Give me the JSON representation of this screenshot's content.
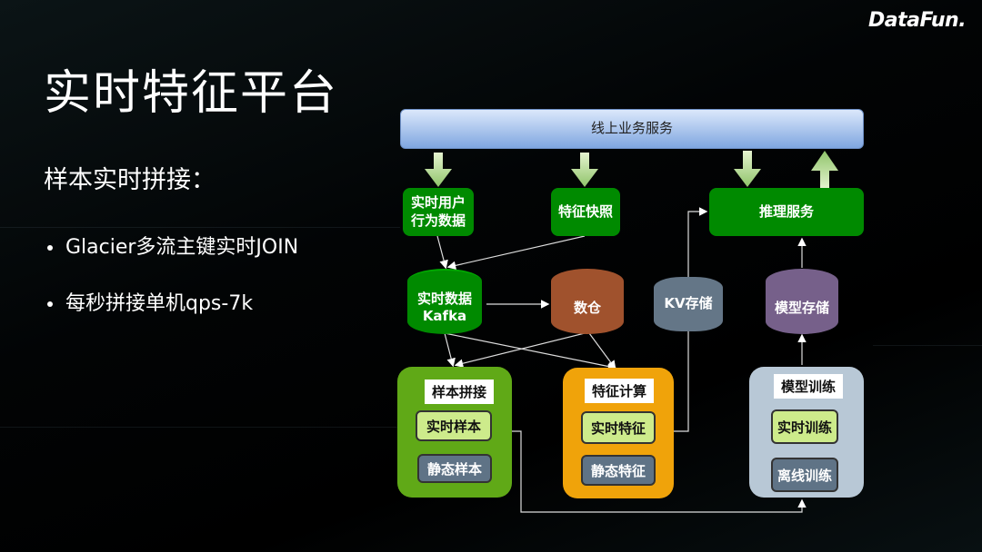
{
  "logo": "DataFun.",
  "title": "实时特征平台",
  "subtitle": "样本实时拼接：",
  "bullets": [
    "Glacier多流主键实时JOIN",
    "每秒拼接单机qps-7k"
  ],
  "diagram": {
    "online_service": "线上业务服务",
    "realtime_user_data": [
      "实时用户",
      "行为数据"
    ],
    "feature_snapshot": "特征快照",
    "inference_service": "推理服务",
    "kafka": [
      "实时数据",
      "Kafka"
    ],
    "warehouse": "数仓",
    "kv_store": "KV存储",
    "model_store": "模型存储",
    "sample_join": {
      "label": "样本拼接",
      "items": [
        "实时样本",
        "静态样本"
      ]
    },
    "feature_compute": {
      "label": "特征计算",
      "items": [
        "实时特征",
        "静态特征"
      ]
    },
    "model_train": {
      "label": "模型训练",
      "items": [
        "实时训练",
        "离线训练"
      ]
    },
    "colors": {
      "green": "#008a00",
      "orange": "#f0a30a",
      "light_green": "#60a917",
      "gray_blue": "#b8c8d6",
      "brown": "#a0522d",
      "purple": "#76608a",
      "kv": "#647687"
    }
  }
}
